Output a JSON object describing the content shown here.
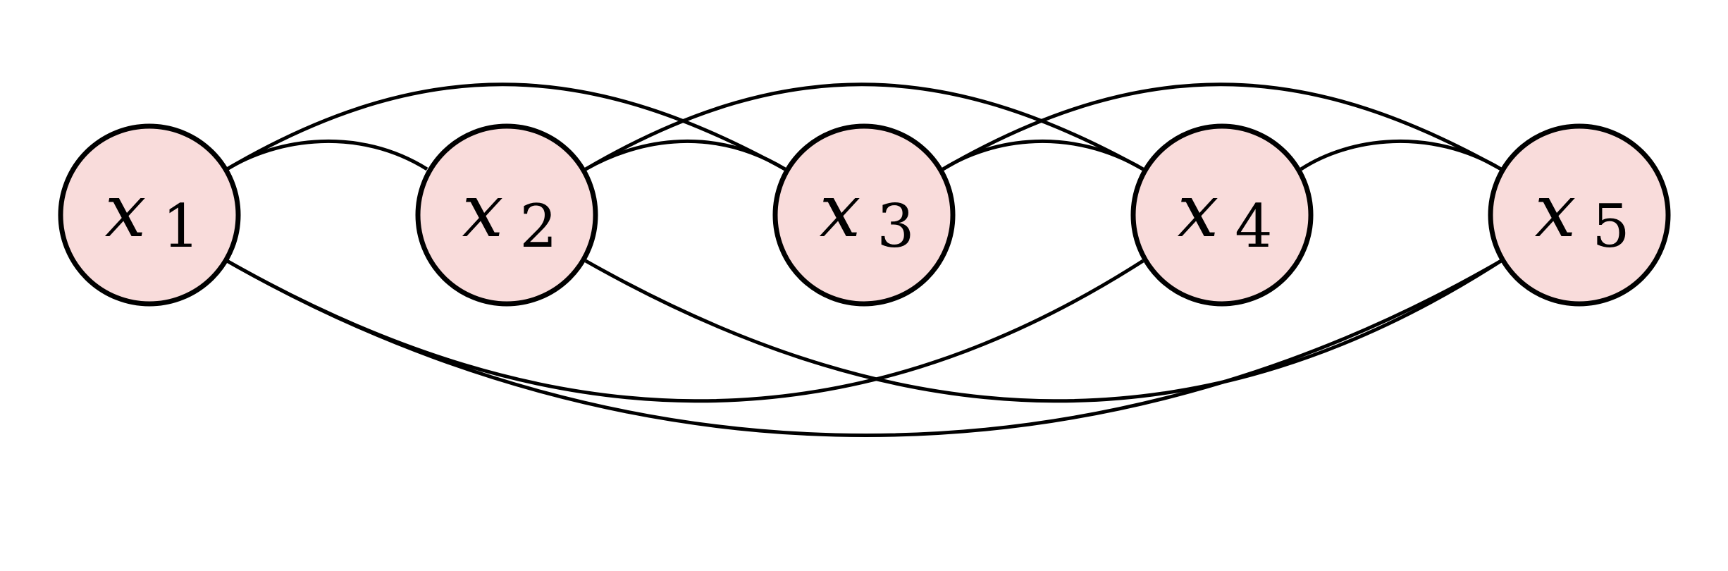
{
  "colors": {
    "node_fill": "#f9dcdb",
    "node_stroke": "#000000",
    "edge_stroke": "#000000"
  },
  "nodes": [
    {
      "id": "x1",
      "var": "x",
      "sub": "1"
    },
    {
      "id": "x2",
      "var": "x",
      "sub": "2"
    },
    {
      "id": "x3",
      "var": "x",
      "sub": "3"
    },
    {
      "id": "x4",
      "var": "x",
      "sub": "4"
    },
    {
      "id": "x5",
      "var": "x",
      "sub": "5"
    }
  ],
  "edges": [
    {
      "from": "x1",
      "to": "x2"
    },
    {
      "from": "x2",
      "to": "x3"
    },
    {
      "from": "x3",
      "to": "x4"
    },
    {
      "from": "x4",
      "to": "x5"
    },
    {
      "from": "x1",
      "to": "x3"
    },
    {
      "from": "x2",
      "to": "x4"
    },
    {
      "from": "x3",
      "to": "x5"
    },
    {
      "from": "x1",
      "to": "x4"
    },
    {
      "from": "x2",
      "to": "x5"
    },
    {
      "from": "x1",
      "to": "x5"
    }
  ]
}
